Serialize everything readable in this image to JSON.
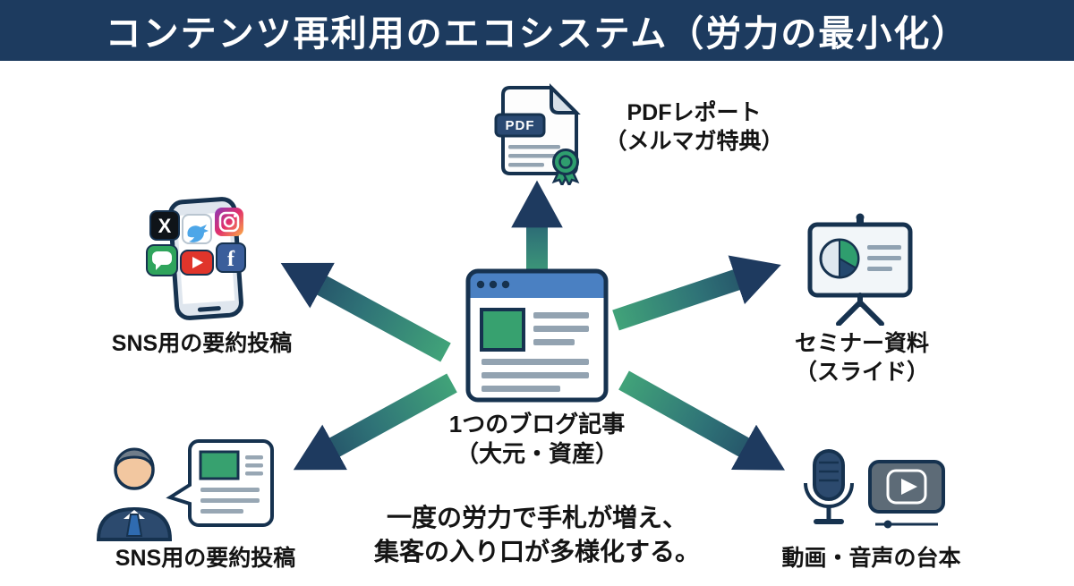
{
  "header": {
    "title": "コンテンツ再利用のエコシステム（労力の最小化）"
  },
  "center": {
    "label1": "1つのブログ記事",
    "label2": "（大元・資産）"
  },
  "nodes": {
    "pdf": {
      "label1": "PDFレポート",
      "label2": "（メルマガ特典）",
      "badge": "PDF"
    },
    "sns_top": {
      "label1": "SNS用の要約投稿"
    },
    "seminar": {
      "label1": "セミナー資料",
      "label2": "（スライド）"
    },
    "sns_bottom": {
      "label1": "SNS用の要約投稿"
    },
    "av": {
      "label1": "動画・音声の台本"
    }
  },
  "social": {
    "x": "X",
    "facebook": "f"
  },
  "footer": {
    "line1": "一度の労力で手札が増え、",
    "line2": "集客の入り口が多様化する。"
  },
  "colors": {
    "header_bg": "#1d3b5f",
    "arrow_green": "#41a379",
    "arrow_navy": "#1e3a5f",
    "accent_green": "#37a16f",
    "accent_blue": "#4a80c2",
    "outline_navy": "#16324f"
  }
}
